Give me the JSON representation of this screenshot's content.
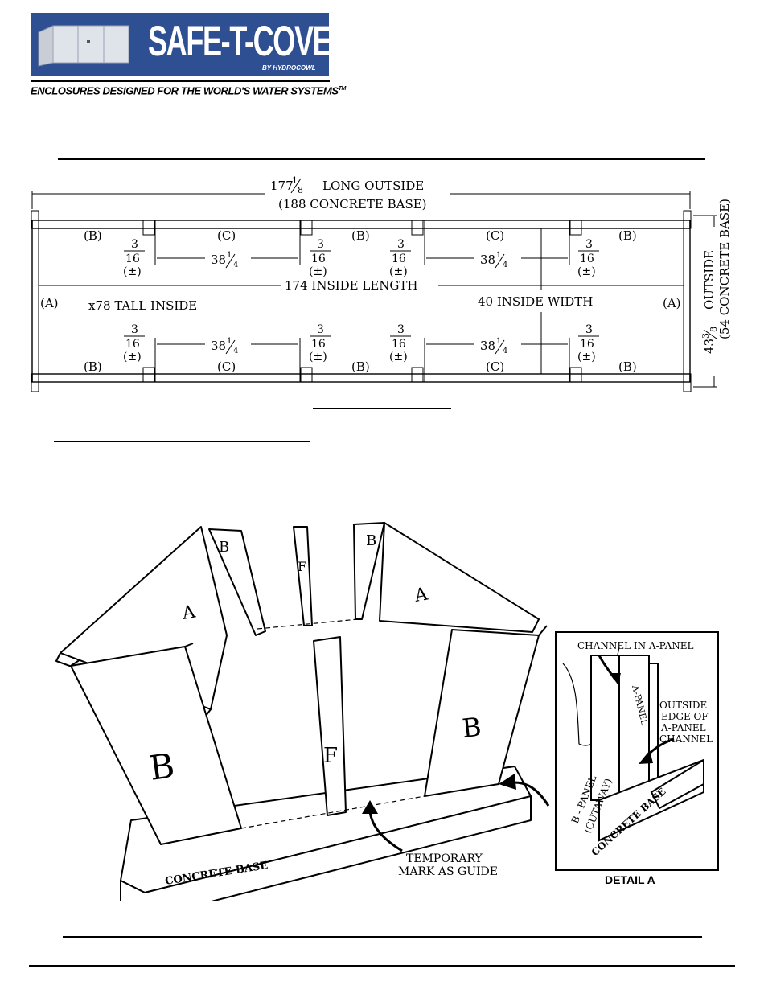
{
  "header": {
    "logo": {
      "brand_name": "SAFE-T-COVER",
      "registered_mark": "®",
      "byline": "BY HYDROCOWL",
      "tagline": "ENCLOSURES DESIGNED FOR THE WORLD'S WATER SYSTEMS",
      "trademark": "TM"
    }
  },
  "plan_view": {
    "overall_length": {
      "whole": "177",
      "num": "1",
      "den": "8",
      "label": "LONG OUTSIDE"
    },
    "base_length": "(188 CONCRETE BASE)",
    "inside_length": "174 INSIDE LENGTH",
    "inside_height": "x78 TALL INSIDE",
    "inside_width": "40 INSIDE WIDTH",
    "overall_width": {
      "whole": "43",
      "num": "3",
      "den": "8",
      "label": "OUTSIDE"
    },
    "base_width": "(54 CONCRETE BASE)",
    "panel_labels": {
      "a": "(A)",
      "b": "(B)",
      "c": "(C)"
    },
    "gap": {
      "num": "3",
      "den": "16",
      "tol": "(±)"
    },
    "span": {
      "whole": "38",
      "num": "1",
      "den": "4"
    }
  },
  "iso_view": {
    "panel_b": "B",
    "panel_a": "A",
    "panel_f": "F",
    "base": "CONCRETE BASE",
    "note": [
      "TEMPORARY",
      "MARK AS GUIDE"
    ]
  },
  "detail_a": {
    "channel_label": "CHANNEL IN A-PANEL",
    "a_panel": "A-PANEL",
    "outside_edge": [
      "OUTSIDE",
      "EDGE OF",
      "A-PANEL",
      "CHANNEL"
    ],
    "b_panel": [
      "B - PANEL",
      "(CUTAWAY)"
    ],
    "base": "CONCRETE BASE",
    "title": "DETAIL A"
  }
}
